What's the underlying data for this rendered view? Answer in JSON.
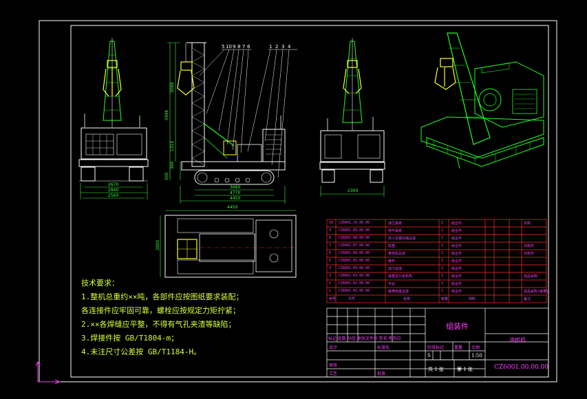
{
  "colors": {
    "background": "#000000",
    "frame": "#ffffff",
    "machine": "#ffffff",
    "structure_green": "#22ff22",
    "accent_yellow": "#ffff33",
    "dimension": "#3dff3d",
    "table_lines": "#ff3030",
    "table_text": "#ff40ff",
    "notes": "#d8ff3a",
    "ucs": "#ff40ff"
  },
  "dimensions": {
    "front_view": {
      "widths": [
        "2670",
        "2940",
        "2560"
      ]
    },
    "side_view": {
      "heights": [
        "5996",
        "3088",
        "1310",
        "360",
        "500"
      ],
      "lengths": [
        "3660",
        "4770"
      ],
      "pitch": "4450"
    },
    "rear_view": {
      "width": "2300"
    },
    "plan_view": {
      "length": "4450",
      "width": "2800"
    }
  },
  "balloons": [
    "5",
    "10",
    "9",
    "8",
    "7",
    "6",
    "1",
    "2",
    "3",
    "4"
  ],
  "notes": {
    "title": "技术要求：",
    "lines": [
      "1.整机总重约××吨，各部件应按图纸要求装配；",
      "  各连接件应牢固可靠，螺栓应按规定力矩拧紧；",
      "2.××各焊缝应平整，不得有气孔夹渣等缺陷；",
      "3.焊接件按 GB/T1804-m；",
      "4.未注尺寸公差按 GB/T1184-H。"
    ]
  },
  "bom": {
    "rows": [
      {
        "no": "10",
        "code": "CZ6001.10.00.00",
        "name": "液压系统",
        "qty": "1",
        "mat": "组合件",
        "remark": "外购"
      },
      {
        "no": "9",
        "code": "CZ6001.09.00.00",
        "name": "电气系统",
        "qty": "1",
        "mat": "组合件",
        "remark": ""
      },
      {
        "no": "8",
        "code": "CZ6001.08.00.00",
        "name": "抓斗及钢丝绳总成",
        "qty": "1",
        "mat": "组合件",
        "remark": ""
      },
      {
        "no": "7",
        "code": "CZ6001.07.00.00",
        "name": "配重",
        "qty": "1",
        "mat": "组合件",
        "remark": "外购件"
      },
      {
        "no": "6",
        "code": "CZ6001.06.00.00",
        "name": "卷扬机总成",
        "qty": "1",
        "mat": "组合件",
        "remark": "外购件"
      },
      {
        "no": "5",
        "code": "CZ6001.05.00.00",
        "name": "桅杆",
        "qty": "1",
        "mat": "组合件",
        "remark": ""
      },
      {
        "no": "4",
        "code": "CZ6001.04.00.00",
        "name": "动力总成",
        "qty": "1",
        "mat": "组合件",
        "remark": ""
      },
      {
        "no": "3",
        "code": "CZ6001.03.00.00",
        "name": "底盘及行走机构",
        "qty": "1",
        "mat": "组合件",
        "remark": "成品采购"
      },
      {
        "no": "2",
        "code": "CZ6001.02.00.00",
        "name": "平台",
        "qty": "1",
        "mat": "组合件",
        "remark": ""
      },
      {
        "no": "1",
        "code": "CZ6001.01.00.00",
        "name": "履带底盘总成",
        "qty": "1",
        "mat": "组合件",
        "remark": "成品采购(履带)"
      }
    ],
    "header": {
      "no": "序号",
      "code": "代号",
      "name": "名称",
      "qty": "数量",
      "mat": "材料",
      "remark": "备注"
    }
  },
  "title_block": {
    "drawing_title": "组装件",
    "company": "冲抓机",
    "scale": "1:50",
    "stage": "S",
    "drawing_no": "CZ6001.00.00.00",
    "sheet_total": "共 1 张",
    "sheet_no": "第 1 张",
    "labels": {
      "revision_row": "标记 处数 分区 更改文件号 签名 年月日",
      "design": "设计",
      "standard": "标准化",
      "check": "审核",
      "process": "工艺",
      "approve": "批准",
      "stage_mark": "阶段标记",
      "weight": "重量",
      "scale": "比例"
    }
  }
}
